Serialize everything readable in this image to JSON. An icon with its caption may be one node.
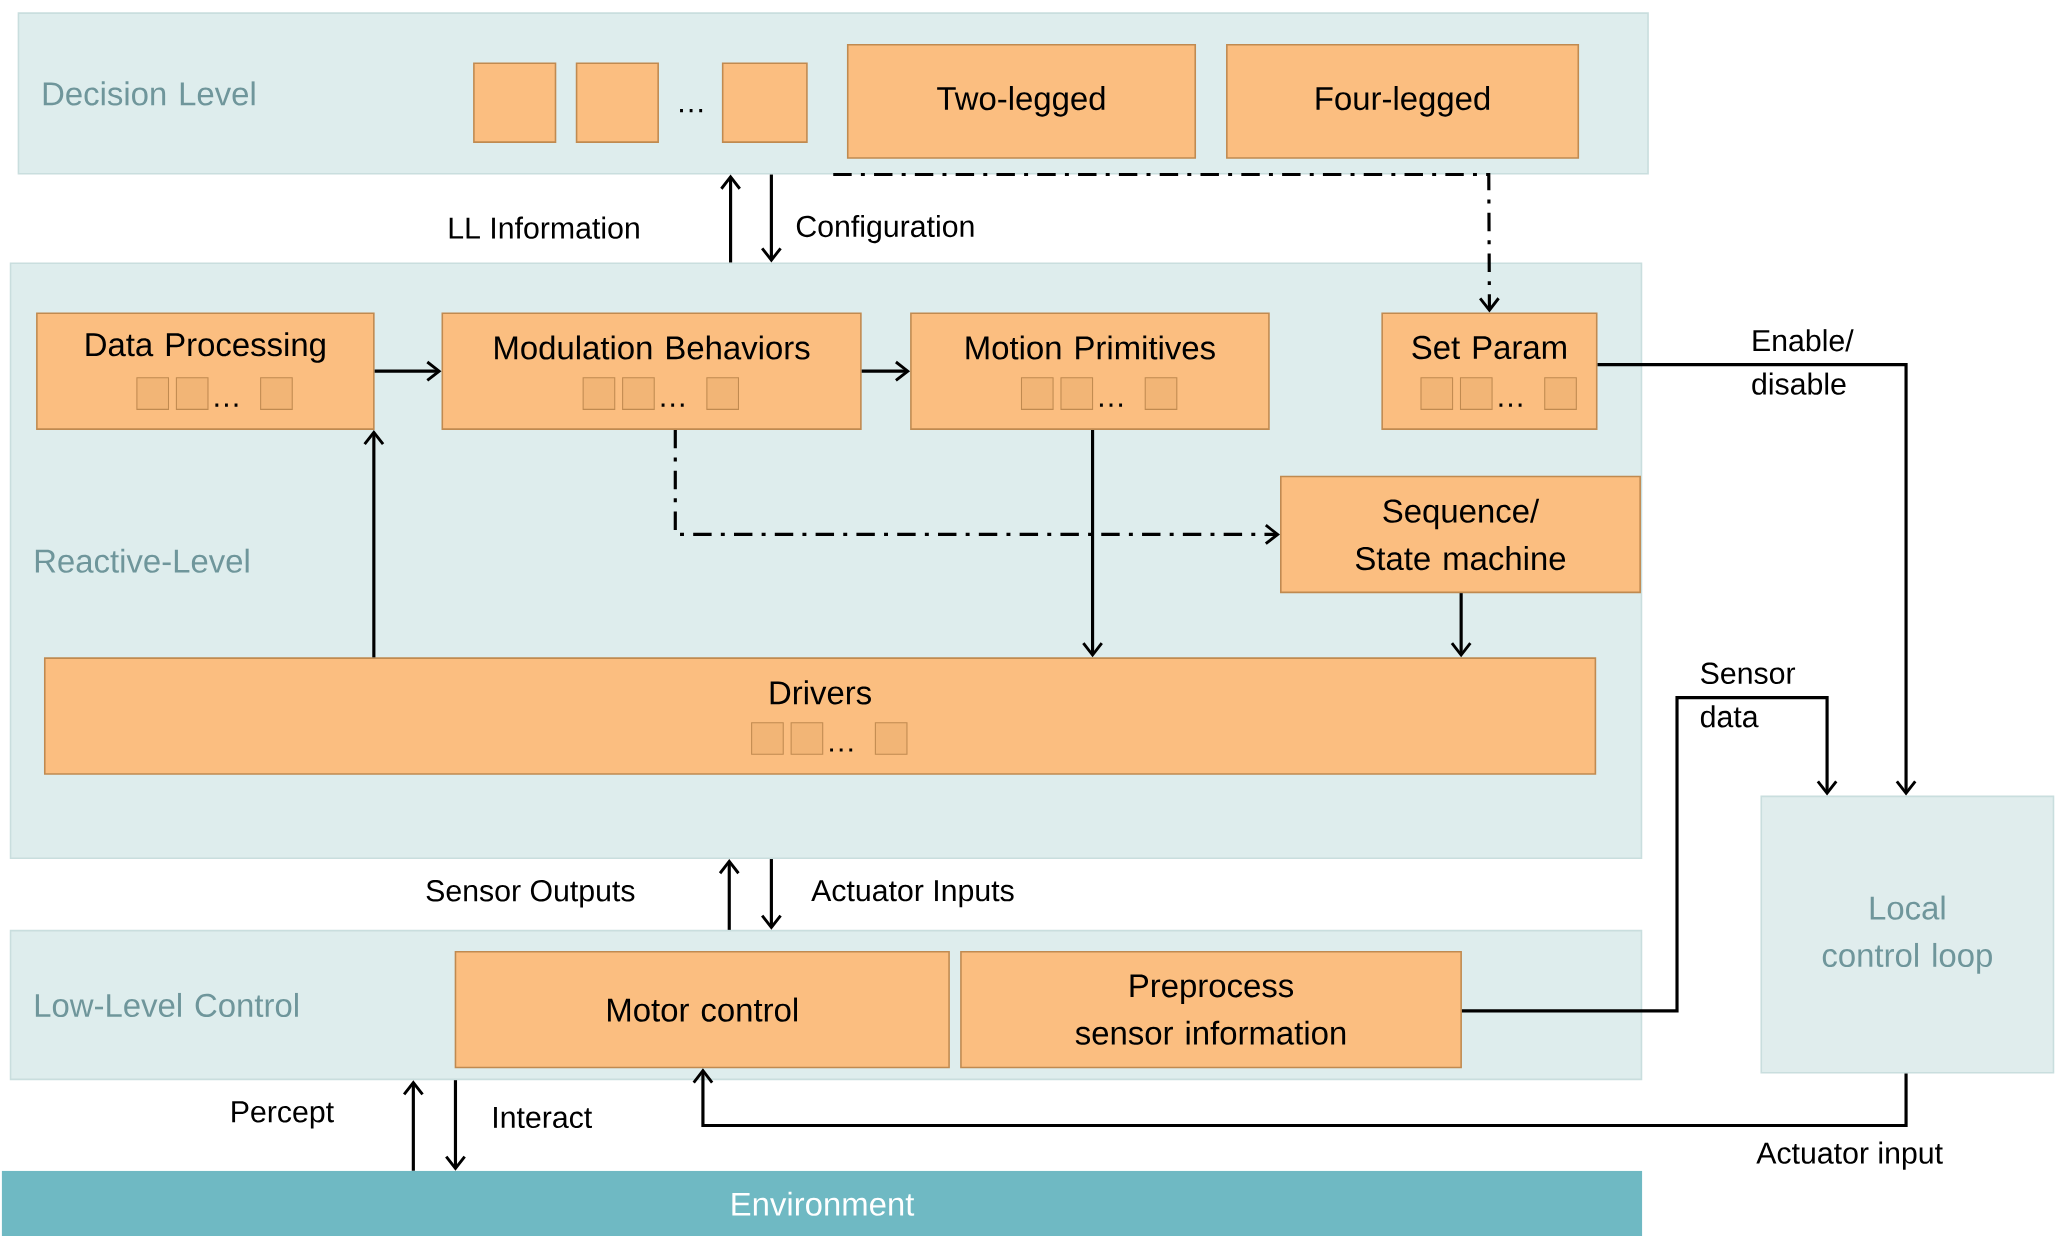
{
  "diagram": {
    "nodes": [
      {
        "text": [
          "Decision Level"
        ]
      },
      {
        "text": [],
        "shape": "box",
        "in": 0
      },
      {
        "text": [],
        "shape": "box",
        "in": 0
      },
      {
        "text": [],
        "shape": "box",
        "in": 0
      },
      {
        "text": [
          "Two-legged"
        ],
        "in": 0
      },
      {
        "text": [
          "Four-legged"
        ],
        "in": 0
      },
      {
        "text": [
          "Reactive-Level"
        ]
      },
      {
        "text": [
          "Data Processing"
        ],
        "in": 6
      },
      {
        "text": [
          "Modulation Behaviors"
        ],
        "in": 6
      },
      {
        "text": [
          "Motion Primitives"
        ],
        "in": 6
      },
      {
        "text": [
          "Set Param"
        ],
        "in": 6
      },
      {
        "text": [
          "Sequence/ State machine"
        ],
        "in": 6
      },
      {
        "text": [
          "Drivers"
        ],
        "in": 6
      },
      {
        "text": [
          "Low-Level Control"
        ]
      },
      {
        "text": [
          "Motor control"
        ],
        "in": 13
      },
      {
        "text": [
          "Preprocess sensor information"
        ],
        "in": 13
      },
      {
        "text": [
          "Local control loop"
        ]
      },
      {
        "text": [
          "Environment"
        ]
      }
    ],
    "edges": [
      {
        "from": 6,
        "to": 0,
        "arrow": "to",
        "label": "LL Information"
      },
      {
        "from": 0,
        "to": 6,
        "arrow": "to",
        "label": "Configuration"
      },
      {
        "from": 0,
        "to": 10,
        "arrow": "to",
        "style": "dashed"
      },
      {
        "from": 7,
        "to": 8,
        "arrow": "to"
      },
      {
        "from": 8,
        "to": 9,
        "arrow": "to"
      },
      {
        "from": 8,
        "to": 11,
        "arrow": "to",
        "style": "dashed"
      },
      {
        "from": 9,
        "to": 12,
        "arrow": "to"
      },
      {
        "from": 11,
        "to": 12,
        "arrow": "to"
      },
      {
        "from": 12,
        "to": 7,
        "arrow": "to"
      },
      {
        "from": 10,
        "to": 16,
        "arrow": "to",
        "label": "Enable/ disable"
      },
      {
        "from": 15,
        "to": 16,
        "arrow": "to",
        "label": "Sensor data"
      },
      {
        "from": 16,
        "to": 14,
        "arrow": "to",
        "label": "Actuator input"
      },
      {
        "from": 13,
        "to": 6,
        "arrow": "to",
        "label": "Sensor Outputs"
      },
      {
        "from": 6,
        "to": 13,
        "arrow": "to",
        "label": "Actuator Inputs"
      },
      {
        "from": 17,
        "to": 13,
        "arrow": "to",
        "label": "Percept"
      },
      {
        "from": 13,
        "to": 17,
        "arrow": "to",
        "label": "Interact"
      }
    ],
    "labels": [
      "…",
      "…",
      "…",
      "…",
      "…",
      "…"
    ]
  }
}
